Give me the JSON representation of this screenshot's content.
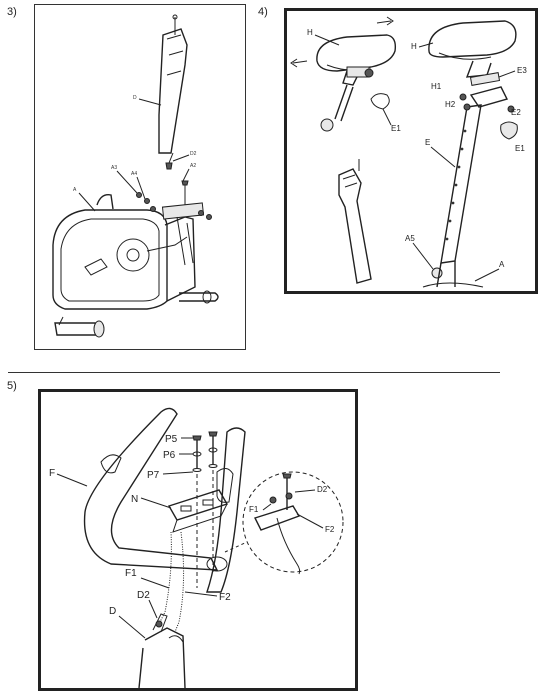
{
  "steps": [
    {
      "number": "3)",
      "labels": {
        "D": "D",
        "D2": "D2",
        "A3": "A3",
        "A4": "A4",
        "A2": "A2",
        "A": "A"
      }
    },
    {
      "number": "4)",
      "labels": {
        "H_left": "H",
        "H_right": "H",
        "E3": "E3",
        "H1": "H1",
        "H2": "H2",
        "E2": "E2",
        "E1_left": "E1",
        "E1_right": "E1",
        "E": "E",
        "A5": "A5",
        "A": "A"
      }
    },
    {
      "number": "5)",
      "labels": {
        "P5": "P5",
        "P6": "P6",
        "P7": "P7",
        "F": "F",
        "N": "N",
        "D2_detail": "D2",
        "F1_detail": "F1",
        "F2_detail": "F2",
        "F1": "F1",
        "F2": "F2",
        "D2": "D2",
        "D": "D"
      }
    }
  ]
}
